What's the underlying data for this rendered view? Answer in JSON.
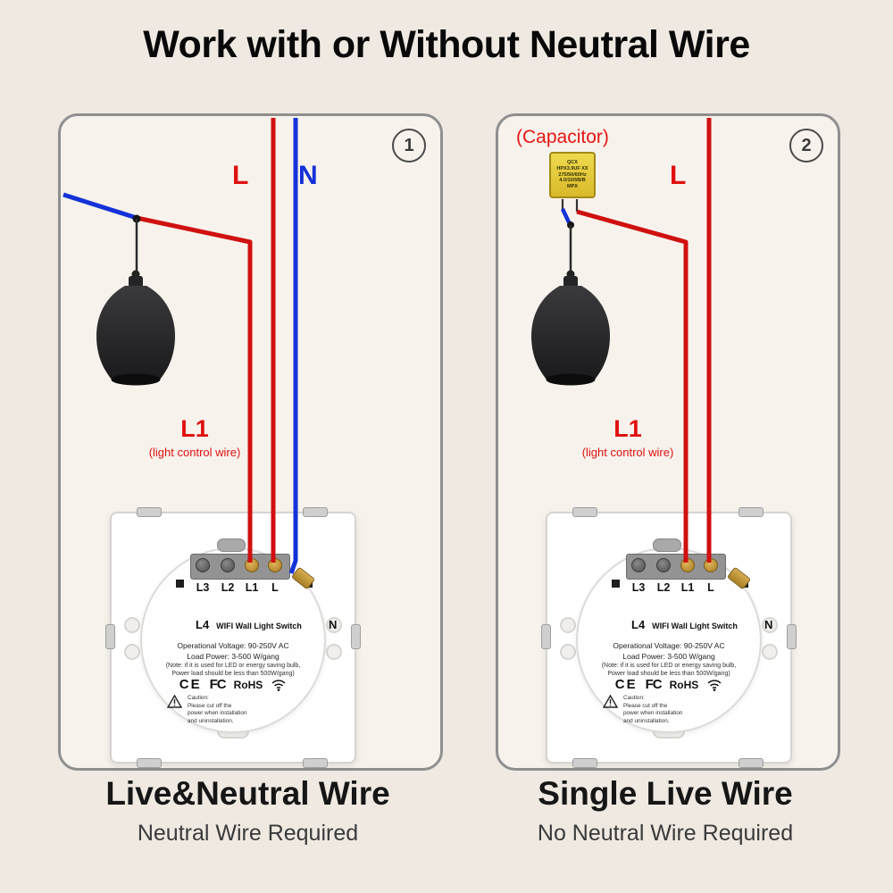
{
  "title": "Work with or Without Neutral Wire",
  "panels": [
    {
      "number": "1",
      "live_label": "L",
      "neutral_label": "N",
      "control_label": "L1",
      "control_sub": "(light control wire)",
      "heading": "Live&Neutral Wire",
      "subheading": "Neutral Wire Required"
    },
    {
      "number": "2",
      "capacitor_label": "(Capacitor)",
      "live_label": "L",
      "control_label": "L1",
      "control_sub": "(light control wire)",
      "heading": "Single Live Wire",
      "subheading": "No Neutral Wire Required"
    }
  ],
  "capacitor": {
    "lines": [
      "QCX",
      "HPX3.9UF XX",
      "275/50/60Hz",
      "4.0/10/5B/B",
      "MPX"
    ]
  },
  "switch_module": {
    "terminals": [
      "L3",
      "L2",
      "L1",
      "L"
    ],
    "left_terminal": "L4",
    "right_terminal": "N",
    "product_name": "WIFI Wall Light Switch",
    "spec1": "Operational Voltage: 90-250V AC",
    "spec2": "Load Power: 3-500 W/gang",
    "note1": "(Note: if it is used for LED or energy saving bulb,",
    "note2": "Power load should be less than 500W/gang)",
    "cert_ce": "CE",
    "cert_fcc": "FC",
    "cert_rohs": "RoHS",
    "caution1": "Caution:",
    "caution2": "Please cut off the",
    "caution3": "power when installation",
    "caution4": "and uninstallation."
  },
  "colors": {
    "live": "#d01010",
    "neutral": "#1532d8",
    "label_red": "#e01010"
  }
}
